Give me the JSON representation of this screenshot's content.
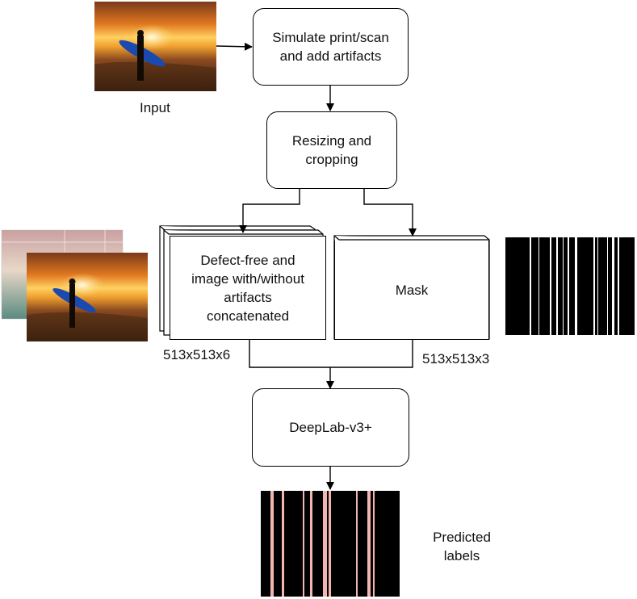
{
  "nodes": {
    "simulate": "Simulate print/scan\nand add artifacts",
    "resize": "Resizing and\ncropping",
    "concat": "Defect-free and\nimage with/without\nartifacts\nconcatenated",
    "mask": "Mask",
    "deeplab": "DeepLab-v3+"
  },
  "labels": {
    "input": "Input",
    "dim_left": "513x513x6",
    "dim_right": "513x513x3",
    "predicted": "Predicted\nlabels"
  }
}
